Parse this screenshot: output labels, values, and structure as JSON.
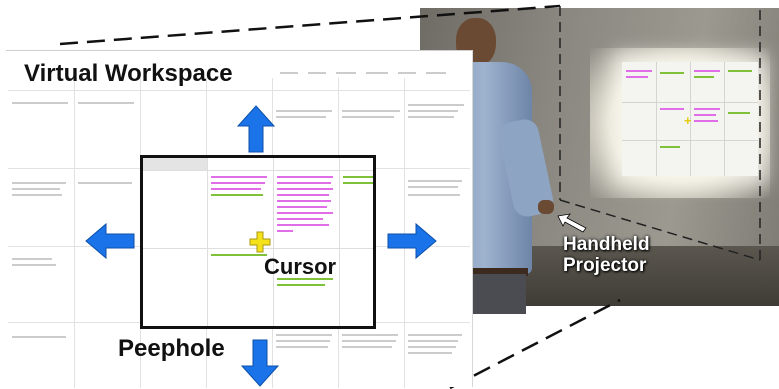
{
  "labels": {
    "virtual_workspace": "Virtual Workspace",
    "cursor": "Cursor",
    "peephole": "Peephole",
    "handheld_projector_line1": "Handheld",
    "handheld_projector_line2": "Projector"
  },
  "colors": {
    "arrow": "#1a73e8",
    "cursor": "#f5e21b",
    "event_pink": "#e06ee6",
    "event_green": "#7fc23a"
  },
  "icons": [
    "arrow-up-icon",
    "arrow-down-icon",
    "arrow-left-icon",
    "arrow-right-icon",
    "cursor-crosshair-icon"
  ]
}
